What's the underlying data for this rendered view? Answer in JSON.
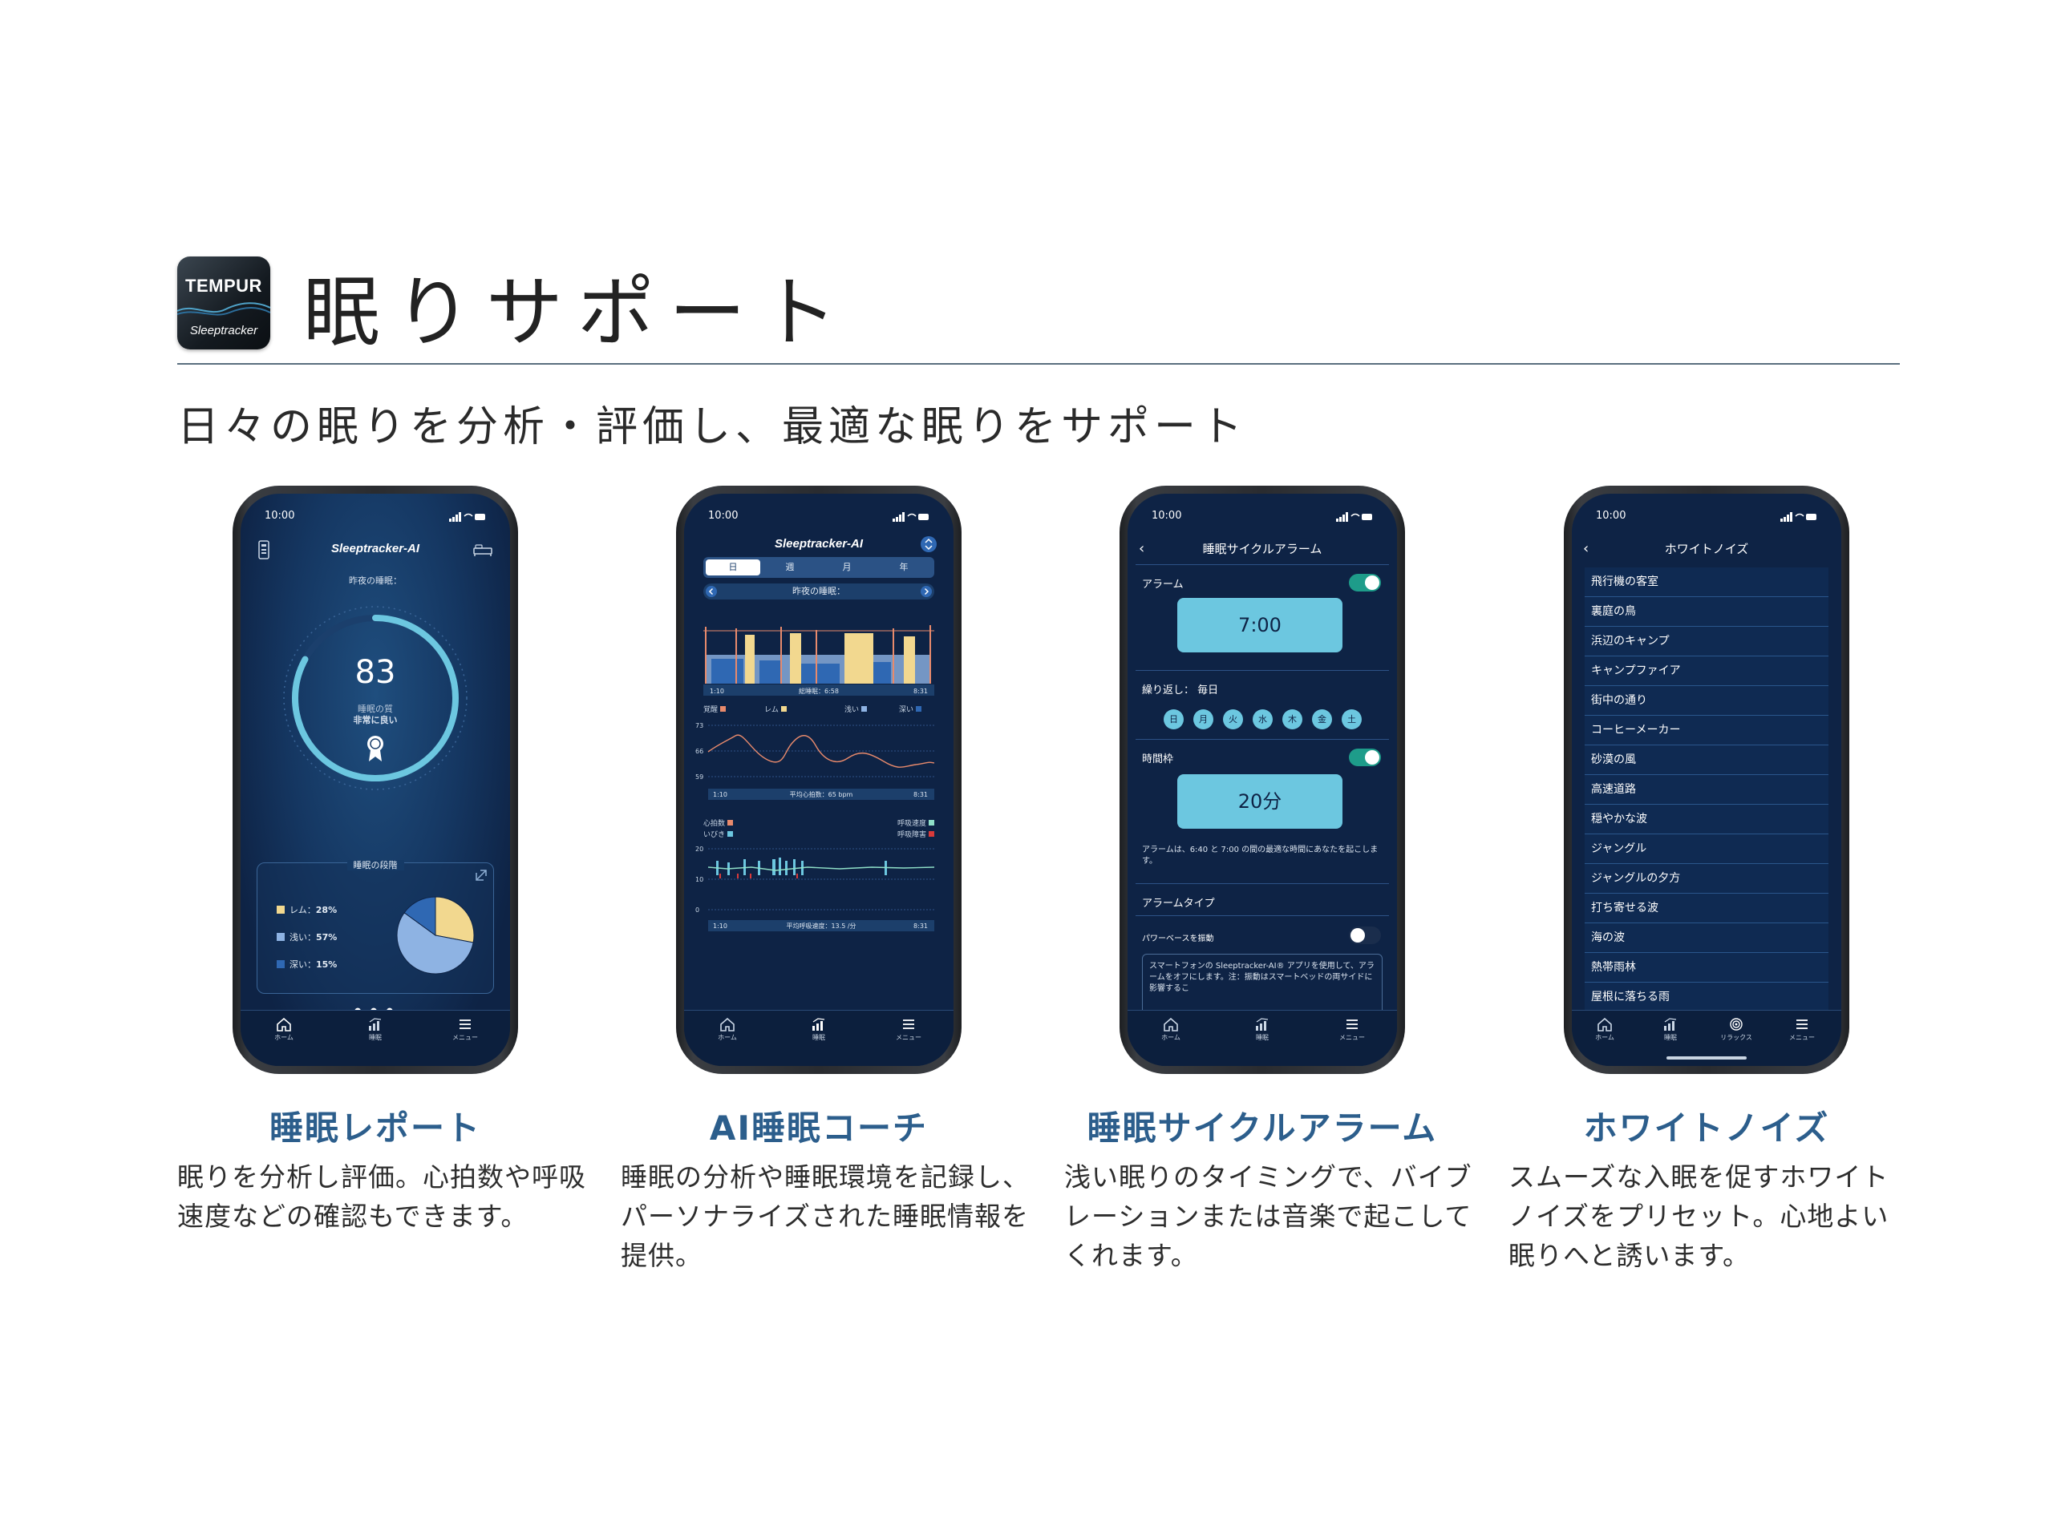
{
  "header": {
    "logo_brand": "TEMPUR",
    "logo_sub": "Sleeptracker",
    "title": "眠りサポート",
    "subtitle": "日々の眠りを分析・評価し、最適な眠りをサポート"
  },
  "colors": {
    "accent_blue": "#2c5e8c",
    "screen_bg": "#0e2345",
    "light_cyan": "#6cc7e0",
    "toggle_on": "#1e9c8a",
    "rem": "#f2d88f",
    "light_sleep": "#8eb3e3",
    "deep_sleep": "#2f68b3"
  },
  "phones": [
    {
      "status_time": "10:00",
      "app_name": "Sleeptracker-AI",
      "last_night_label": "昨夜の睡眠：",
      "score": "83",
      "quality_label": "睡眠の質",
      "quality_value": "非常に良い",
      "stages_label": "睡眠の段階",
      "stages": [
        {
          "label": "レム：",
          "value": "28%",
          "percent": 28,
          "color": "#f2d88f"
        },
        {
          "label": "浅い：",
          "value": "57%",
          "percent": 57,
          "color": "#8eb3e3"
        },
        {
          "label": "深い：",
          "value": "15%",
          "percent": 15,
          "color": "#2f68b3"
        }
      ],
      "score_fraction": 0.83,
      "nav": [
        "ホーム",
        "睡眠",
        "メニュー"
      ]
    },
    {
      "status_time": "10:00",
      "app_name": "Sleeptracker-AI",
      "tabs": [
        "日",
        "週",
        "月",
        "年"
      ],
      "active_tab": "日",
      "date_label": "昨夜の睡眠：",
      "chart1": {
        "start": "1:10",
        "end": "8:31",
        "center_label": "総睡眠：6:58",
        "legend": [
          "覚醒",
          "レム",
          "浅い",
          "深い"
        ]
      },
      "chart2": {
        "y_ticks": [
          "73",
          "66",
          "59"
        ],
        "start": "1:10",
        "end": "8:31",
        "center_label": "平均心拍数：65 bpm"
      },
      "chart3": {
        "legend_left": [
          "心拍数",
          "いびき"
        ],
        "legend_right": [
          "呼吸速度",
          "呼吸障害"
        ],
        "y_ticks": [
          "20",
          "10",
          "0"
        ],
        "start": "1:10",
        "end": "8:31",
        "center_label": "平均呼吸速度：13.5 /分"
      },
      "nav": [
        "ホーム",
        "睡眠",
        "メニュー"
      ]
    },
    {
      "status_time": "10:00",
      "header": "睡眠サイクルアラーム",
      "alarm_label": "アラーム",
      "alarm_time": "7:00",
      "repeat_label": "繰り返し：",
      "repeat_value": "毎日",
      "days": [
        "日",
        "月",
        "火",
        "水",
        "木",
        "金",
        "土"
      ],
      "window_label": "時間枠",
      "window_value": "20分",
      "note": "アラームは、6:40 と 7:00 の間の最適な時間にあなたを起こします。",
      "alarm_type_label": "アラームタイプ",
      "vibration_label": "パワーベースを振動",
      "info": "スマートフォンの Sleeptracker-AI® アプリを使用して、アラームをオフにします。注：振動はスマートベッドの両サイドに影響するこ",
      "nav": [
        "ホーム",
        "睡眠",
        "メニュー"
      ]
    },
    {
      "status_time": "10:00",
      "header": "ホワイトノイズ",
      "sounds": [
        "飛行機の客室",
        "裏庭の鳥",
        "浜辺のキャンプ",
        "キャンプファイア",
        "街中の通り",
        "コーヒーメーカー",
        "砂漠の風",
        "高速道路",
        "穏やかな波",
        "ジャングル",
        "ジャングルの夕方",
        "打ち寄せる波",
        "海の波",
        "熱帯雨林",
        "屋根に落ちる雨"
      ],
      "nav": [
        "ホーム",
        "睡眠",
        "リラックス",
        "メニュー"
      ]
    }
  ],
  "captions": [
    {
      "title": "睡眠レポート",
      "lines": [
        "眠りを分析し評価。心拍数や呼吸",
        "速度などの確認もできます。"
      ]
    },
    {
      "title": "AI睡眠コーチ",
      "lines": [
        "睡眠の分析や睡眠環境を記録し、",
        "パーソナライズされた睡眠情報を",
        "提供。"
      ]
    },
    {
      "title": "睡眠サイクルアラーム",
      "lines": [
        "浅い眠りのタイミングで、バイブ",
        "レーションまたは音楽で起こして",
        "くれます。"
      ]
    },
    {
      "title": "ホワイトノイズ",
      "lines": [
        "スムーズな入眠を促すホワイト",
        "ノイズをプリセット。心地よい",
        "眠りへと誘います。"
      ]
    }
  ]
}
